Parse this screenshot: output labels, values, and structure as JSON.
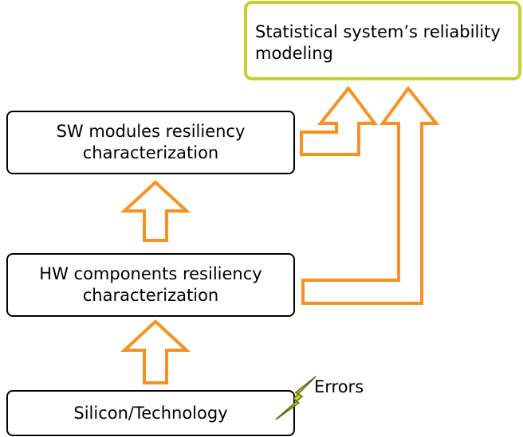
{
  "diagram": {
    "nodes": {
      "statistical": {
        "line1": "Statistical system’s reliability",
        "line2": "modeling"
      },
      "sw": {
        "line1": "SW modules resiliency",
        "line2": "characterization"
      },
      "hw": {
        "line1": "HW components resiliency",
        "line2": "characterization"
      },
      "silicon": {
        "label": "Silicon/Technology"
      }
    },
    "errors_label": "Errors",
    "colors": {
      "arrow_stroke": "#f7921e",
      "highlight_border": "#c6d22a",
      "lightning_fill": "#c6d22a",
      "box_border": "#000000"
    }
  }
}
